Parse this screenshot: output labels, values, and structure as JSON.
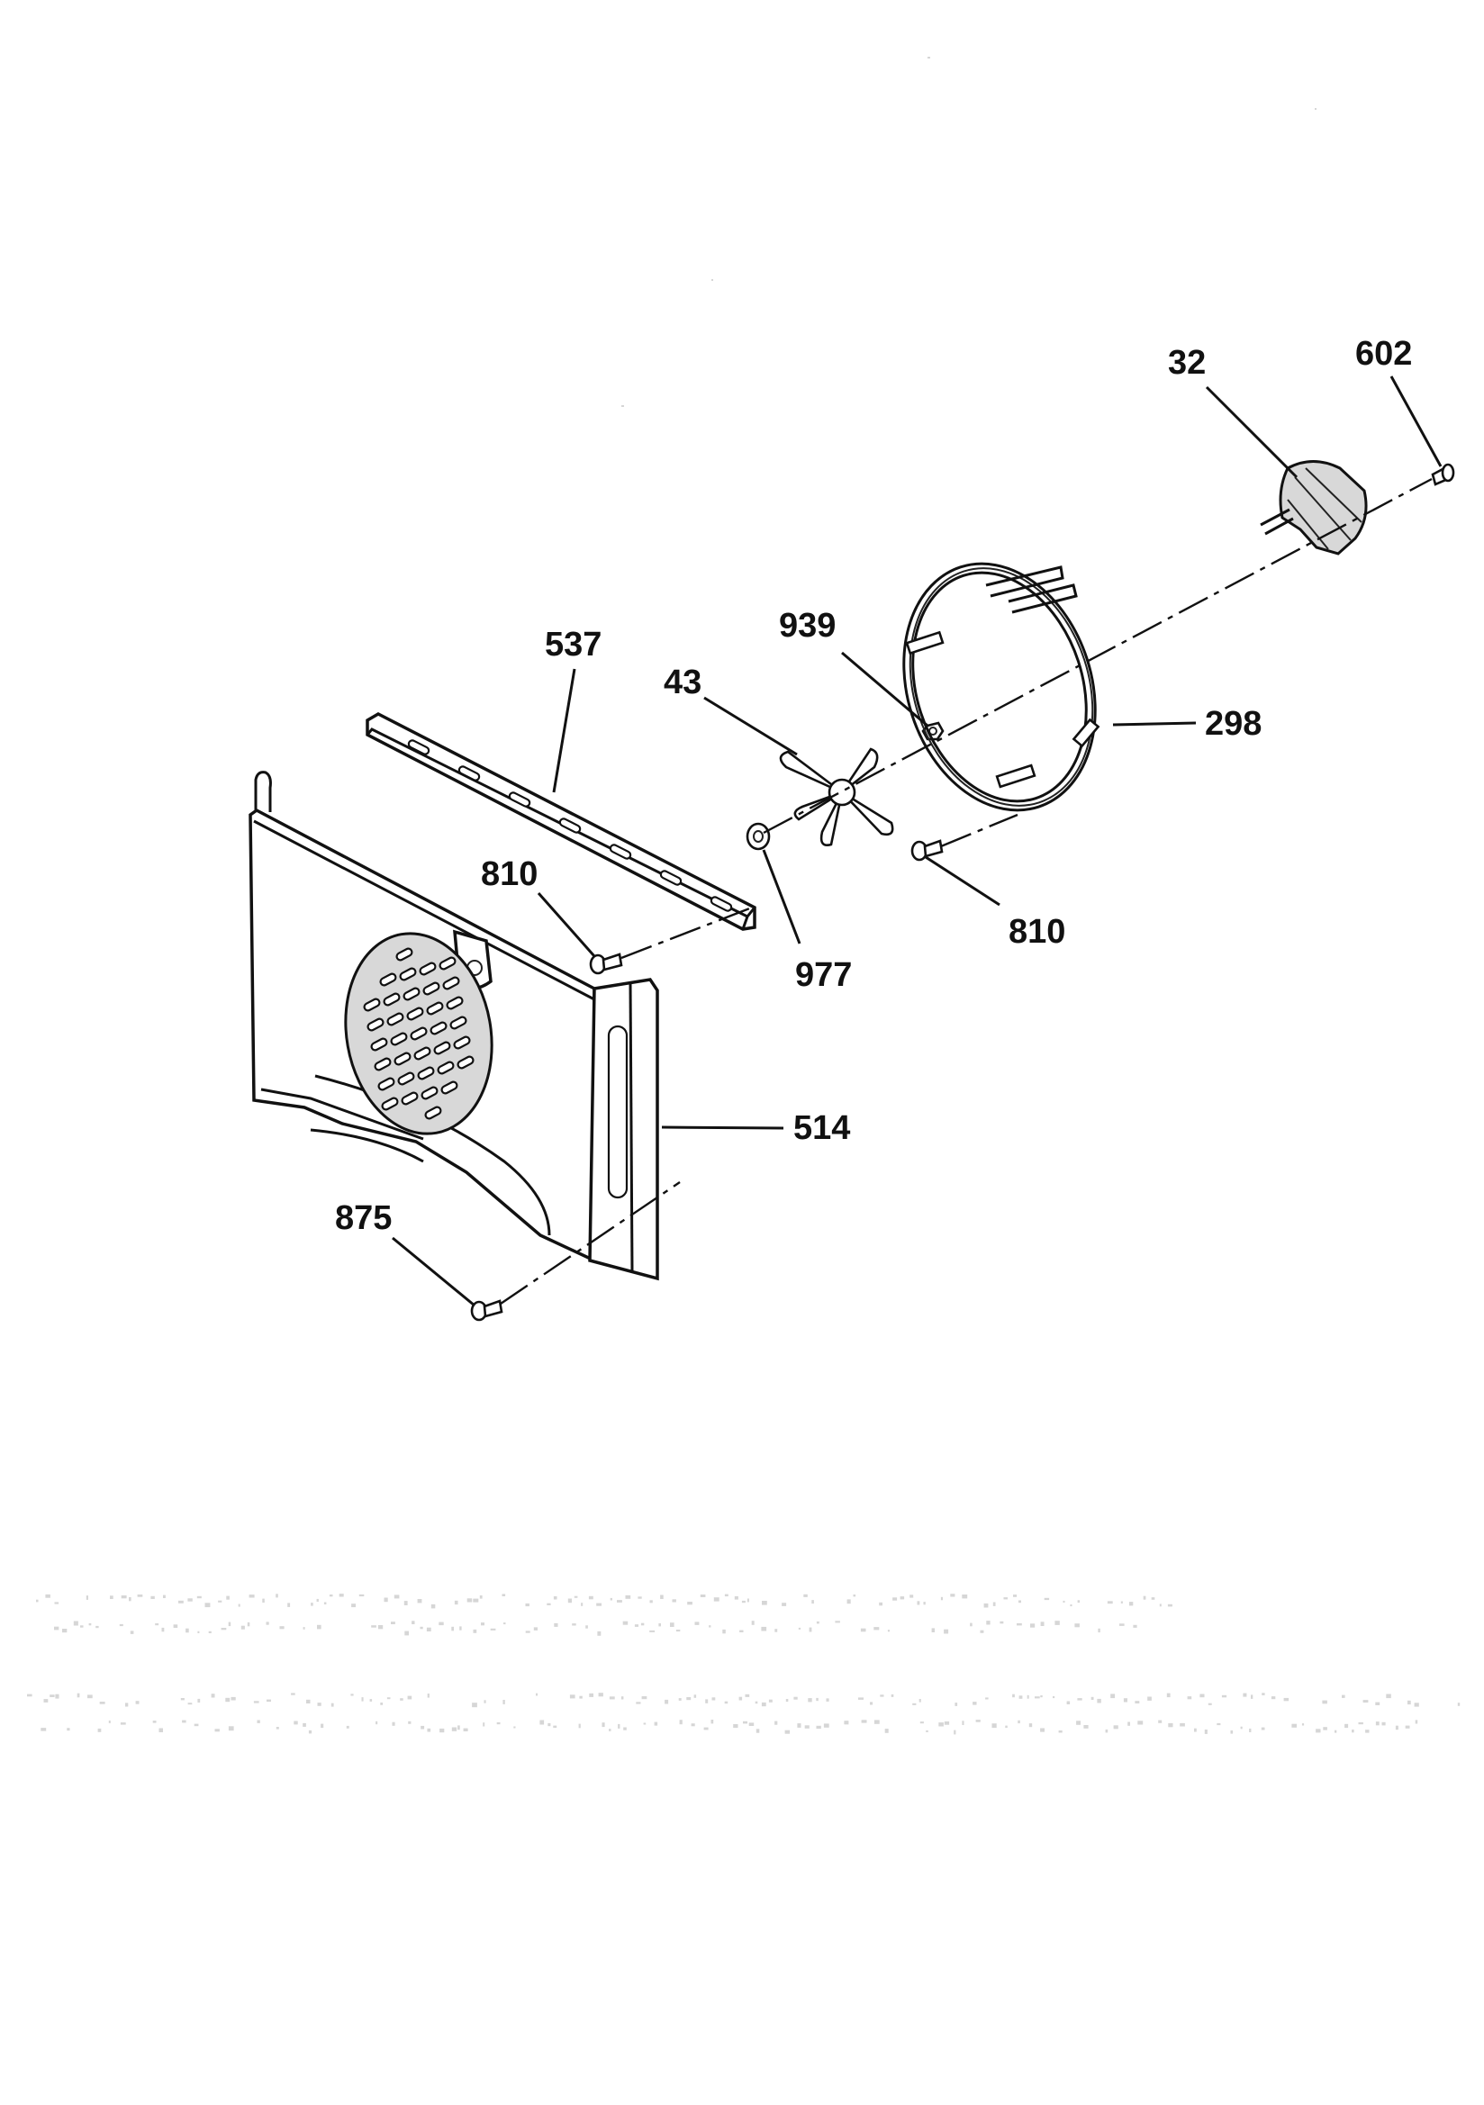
{
  "diagram": {
    "callouts": {
      "c32": "32",
      "c602": "602",
      "c939": "939",
      "c537": "537",
      "c43": "43",
      "c298": "298",
      "c810a": "810",
      "c810b": "810",
      "c977": "977",
      "c514": "514",
      "c875": "875"
    },
    "parts": {
      "p32": "thermostat-icon",
      "p602": "screw-icon",
      "p939": "nut-icon",
      "p537": "bracket-icon",
      "p43": "fan-blade-icon",
      "p298": "ring-heating-element-icon",
      "p810": "screw-icon",
      "p977": "spacer-icon",
      "p514": "fan-cover-panel-icon",
      "p875": "screw-icon"
    },
    "colors": {
      "ink": "#111111",
      "paper": "#ffffff"
    }
  }
}
